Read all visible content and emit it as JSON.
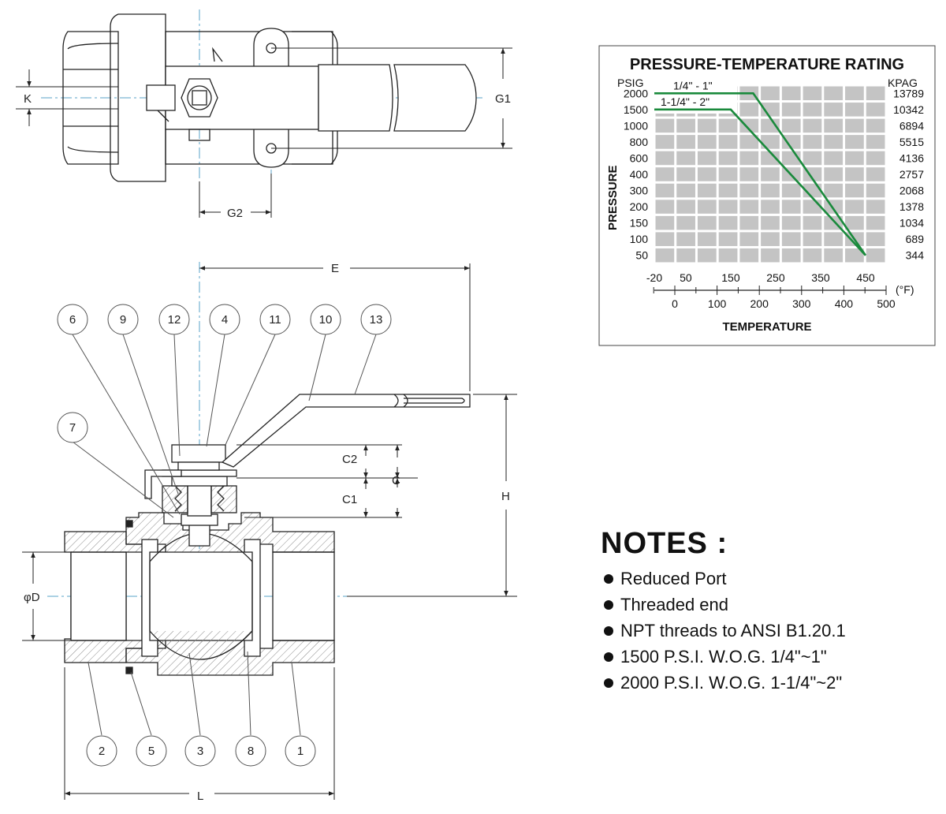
{
  "top_view": {
    "dimensions": {
      "k": "K",
      "g1": "G1",
      "g2": "G2"
    }
  },
  "section_view": {
    "dimensions": {
      "e": "E",
      "h": "H",
      "c": "C",
      "c1": "C1",
      "c2": "C2",
      "l": "L",
      "phi_d": "φD"
    },
    "callouts_top": [
      "6",
      "9",
      "12",
      "4",
      "11",
      "10",
      "13"
    ],
    "callout_left": "7",
    "callouts_bottom": [
      "2",
      "5",
      "3",
      "8",
      "1"
    ]
  },
  "chart_data": {
    "type": "line",
    "title": "PRESSURE-TEMPERATURE RATING",
    "ylabel": "PRESSURE",
    "xlabel": "TEMPERATURE",
    "left_unit": "PSIG",
    "right_unit": "KPAG",
    "x_unit_secondary": "(°F)",
    "y_tick_labels_psig": [
      "2000",
      "1500",
      "1000",
      "800",
      "600",
      "400",
      "300",
      "200",
      "150",
      "100",
      "50"
    ],
    "y_tick_labels_kpag": [
      "13789",
      "10342",
      "6894",
      "5515",
      "4136",
      "2757",
      "2068",
      "1378",
      "1034",
      "689",
      "344"
    ],
    "x_tick_labels_celsius": [
      "-20",
      "50",
      "150",
      "250",
      "350",
      "450"
    ],
    "x_tick_labels_fahrenheit": [
      "0",
      "100",
      "200",
      "300",
      "400",
      "500"
    ],
    "grid": true,
    "series": [
      {
        "name": "1/4\" - 1\"",
        "color": "#1a8a3c",
        "points": [
          {
            "t_f": -20,
            "p_psig": 2000
          },
          {
            "t_f": 200,
            "p_psig": 2000
          },
          {
            "t_f": 450,
            "p_psig": 50
          }
        ]
      },
      {
        "name": "1-1/4\" - 2\"",
        "color": "#1a8a3c",
        "points": [
          {
            "t_f": -20,
            "p_psig": 1500
          },
          {
            "t_f": 150,
            "p_psig": 1500
          },
          {
            "t_f": 450,
            "p_psig": 50
          }
        ]
      }
    ]
  },
  "notes": {
    "title": "NOTES :",
    "items": [
      "Reduced Port",
      "Threaded end",
      "NPT threads to ANSI B1.20.1",
      "1500 P.S.I. W.O.G. 1/4\"~1\"",
      "2000 P.S.I. W.O.G. 1-1/4\"~2\""
    ]
  }
}
